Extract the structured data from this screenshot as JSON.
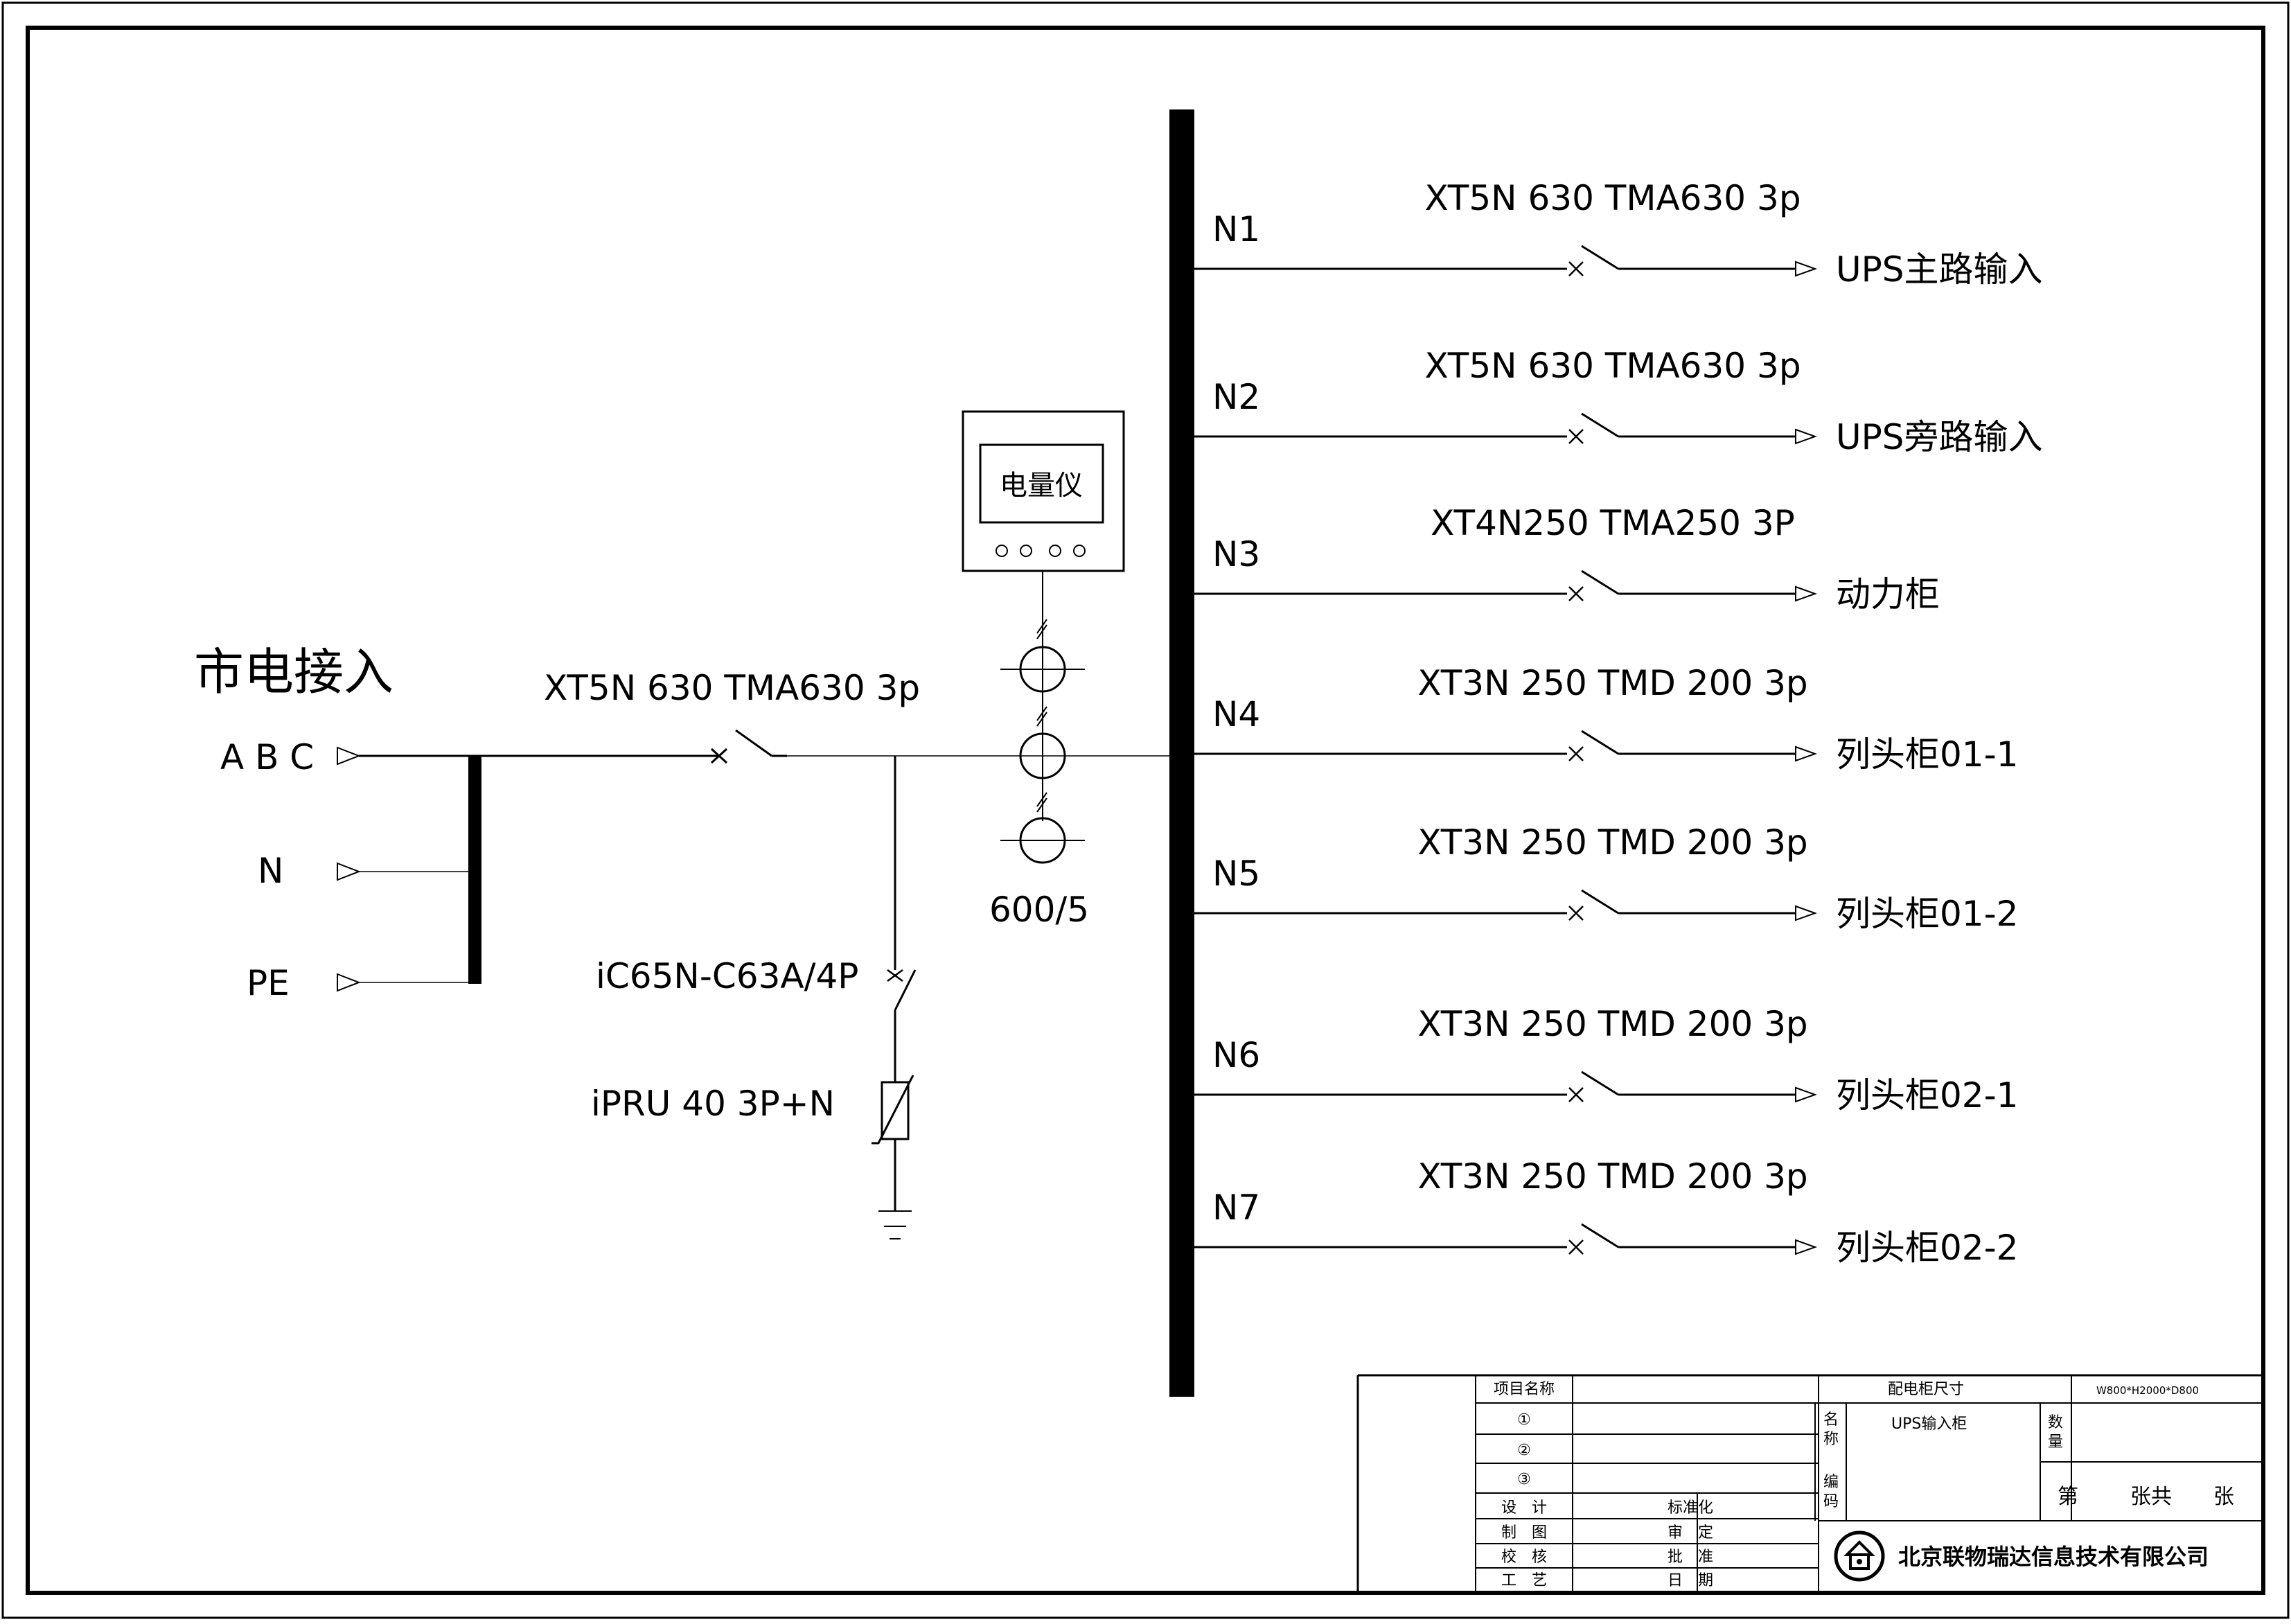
{
  "supply": {
    "title": "市电接入",
    "inputs": [
      {
        "label": "A B C"
      },
      {
        "label": "N"
      },
      {
        "label": "PE"
      }
    ]
  },
  "main_breaker": {
    "label": "XT5N 630 TMA630 3p"
  },
  "spd": {
    "breaker_label": "iC65N-C63A/4P",
    "arrester_label": "iPRU 40 3P+N"
  },
  "meter": {
    "label": "电量仪"
  },
  "ct": {
    "label": "600/5"
  },
  "feeders": [
    {
      "id": "N1",
      "breaker": "XT5N 630 TMA630 3p",
      "load": "UPS主路输入"
    },
    {
      "id": "N2",
      "breaker": "XT5N 630 TMA630 3p",
      "load": "UPS旁路输入"
    },
    {
      "id": "N3",
      "breaker": "XT4N250 TMA250 3P",
      "load": "动力柜"
    },
    {
      "id": "N4",
      "breaker": "XT3N 250 TMD 200 3p",
      "load": "列头柜01-1"
    },
    {
      "id": "N5",
      "breaker": "XT3N 250 TMD 200 3p",
      "load": "列头柜01-2"
    },
    {
      "id": "N6",
      "breaker": "XT3N 250 TMD 200 3p",
      "load": "列头柜02-1"
    },
    {
      "id": "N7",
      "breaker": "XT3N 250 TMD 200 3p",
      "load": "列头柜02-2"
    }
  ],
  "title_block": {
    "project_name_label": "项目名称",
    "cabinet_size_label": "配电柜尺寸",
    "cabinet_size_value": "W800*H2000*D800",
    "row_1": "①",
    "row_2": "②",
    "row_3": "③",
    "name_label_1": "名",
    "name_label_2": "称",
    "name_value": "UPS输入柜",
    "qty_label_1": "数",
    "qty_label_2": "量",
    "code_label_1": "编",
    "code_label_2": "码",
    "sheet_1": "第",
    "sheet_2": "张共",
    "sheet_3": "张",
    "design": "设　计",
    "drawing": "制　图",
    "check": "校　核",
    "craft": "工　艺",
    "standard": "标准化",
    "review": "审　定",
    "approve": "批　准",
    "date": "日　期",
    "company": "北京联物瑞达信息技术有限公司"
  }
}
